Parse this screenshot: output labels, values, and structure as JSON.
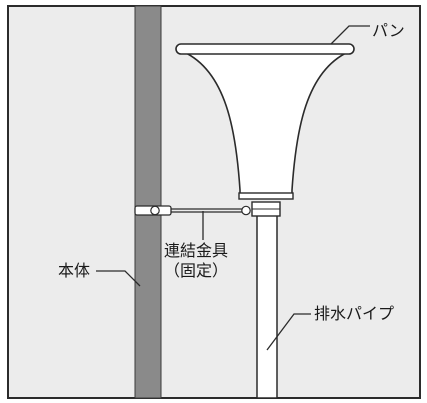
{
  "labels": {
    "pan": "パン",
    "honta": "本体",
    "drain_pipe": "排水パイプ",
    "bracket_line1": "連結金具",
    "bracket_line2": "（固定）"
  },
  "colors": {
    "background": "#ececec",
    "frame": "#2b2b2b",
    "body_pole": "#8a8a8a",
    "pan_fill": "#ffffff",
    "pipe_fill": "#ffffff"
  }
}
